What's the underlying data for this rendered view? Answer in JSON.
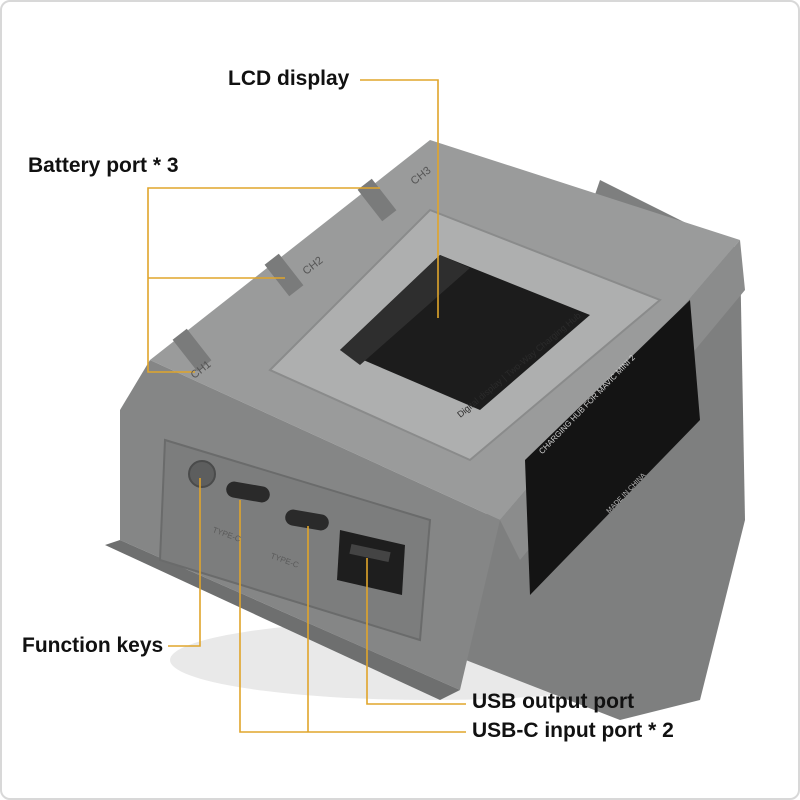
{
  "labels": {
    "lcd": "LCD display",
    "battery_port": "Battery port * 3",
    "function_keys": "Function keys",
    "usb_output": "USB output port",
    "usb_c_input": "USB-C input port * 2"
  },
  "device": {
    "channel_1": "CH1",
    "channel_2": "CH2",
    "channel_3": "CH3",
    "screen_caption": "Digital display | Two-Way Charging Hub",
    "port_label_1": "TYPE-C",
    "port_label_2": "TYPE-C",
    "panel_title": "CHARGING HUB FOR MAVIC MINI 2",
    "panel_note": "MADE IN CHINA"
  },
  "colors": {
    "leader_line": "#e0a52b",
    "body": "#8f9090",
    "body_dark": "#6f7070",
    "screen": "#1c1c1c"
  }
}
